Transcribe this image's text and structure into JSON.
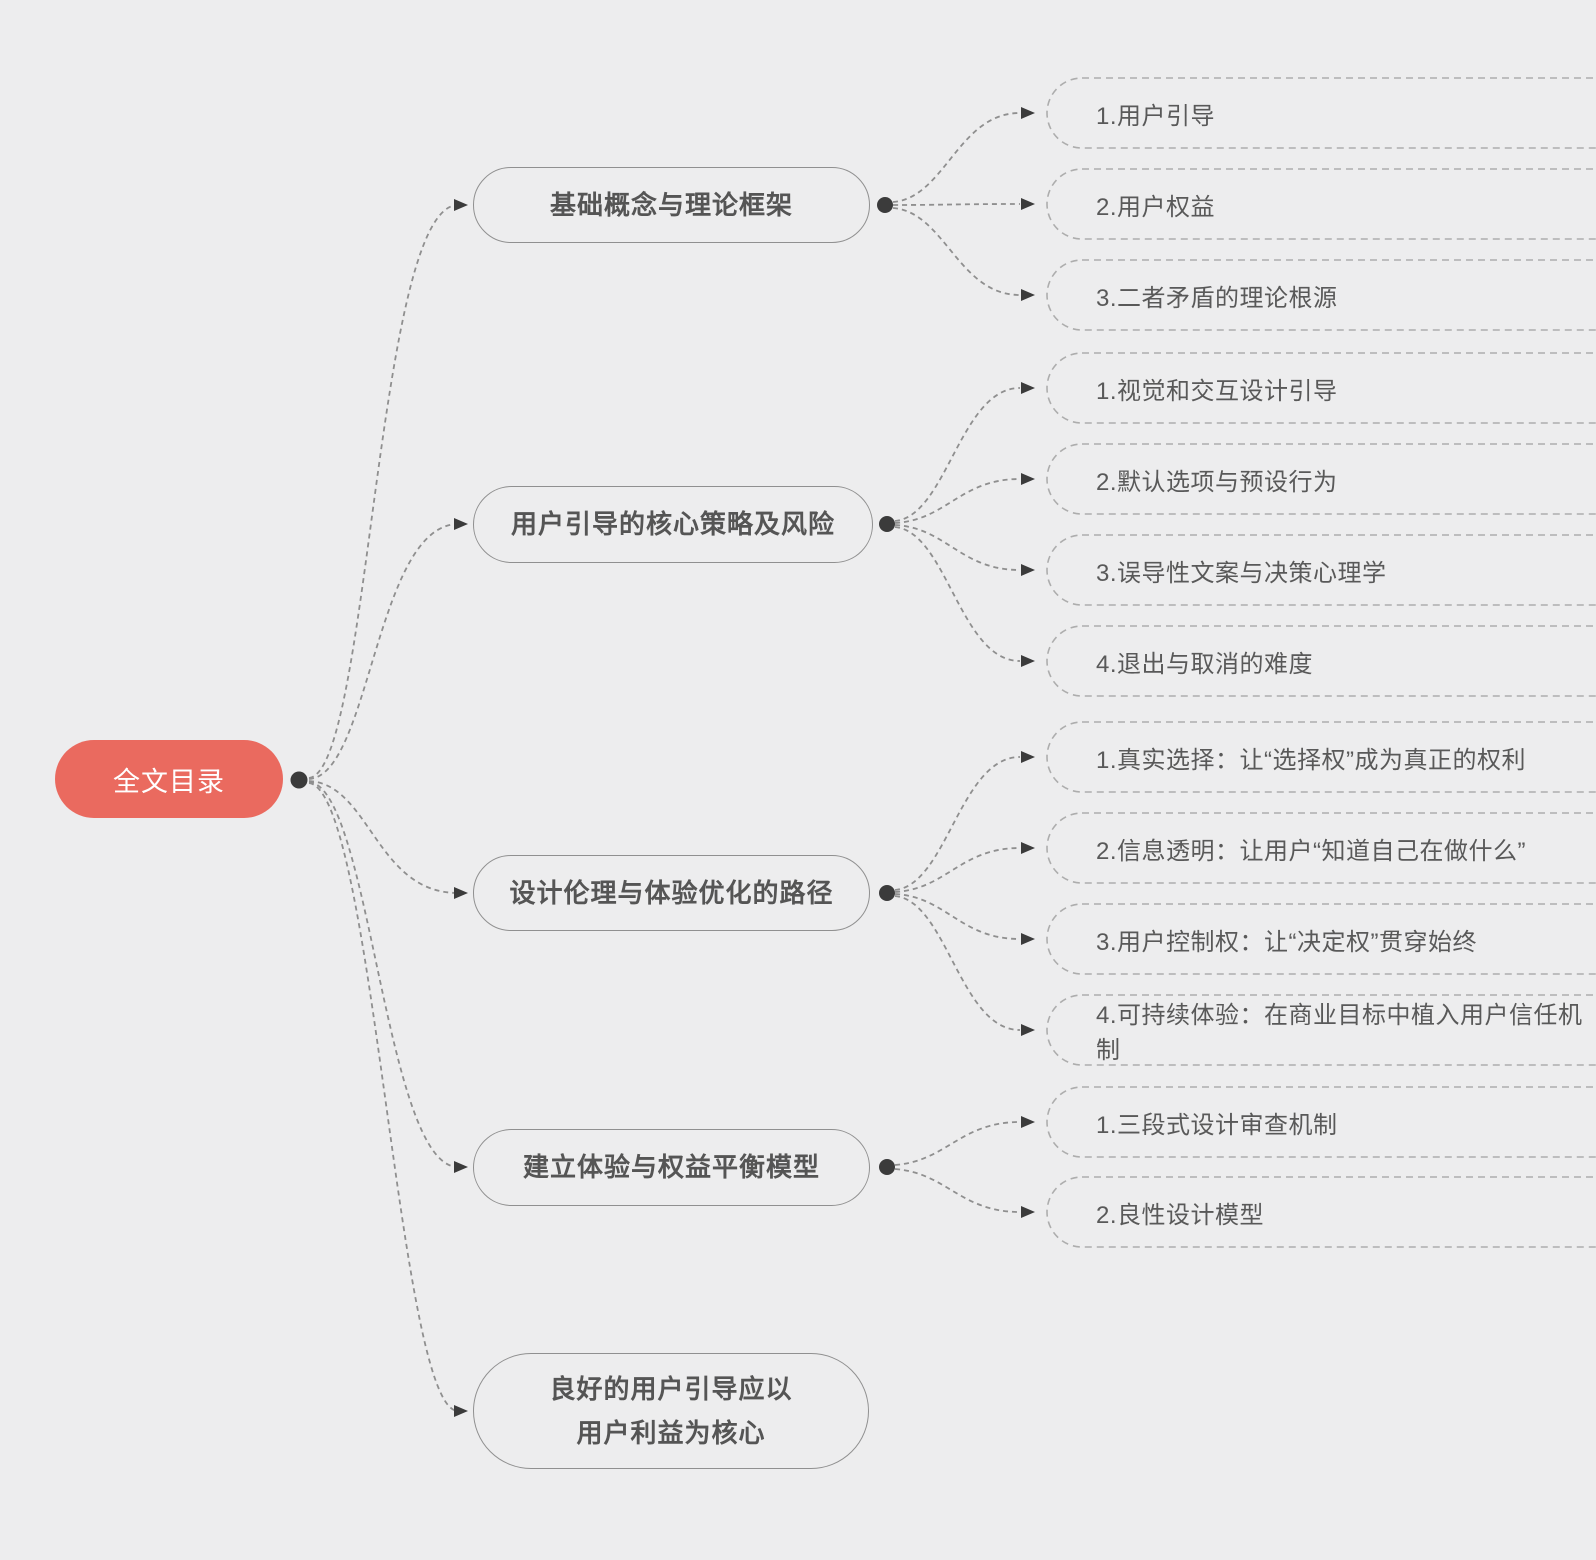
{
  "root": {
    "label": "全文目录"
  },
  "branches": [
    {
      "label": "基础概念与理论框架",
      "children": [
        {
          "label": "1.用户引导"
        },
        {
          "label": "2.用户权益"
        },
        {
          "label": "3.二者矛盾的理论根源"
        }
      ]
    },
    {
      "label": "用户引导的核心策略及风险",
      "children": [
        {
          "label": "1.视觉和交互设计引导"
        },
        {
          "label": "2.默认选项与预设行为"
        },
        {
          "label": "3.误导性文案与决策心理学"
        },
        {
          "label": "4.退出与取消的难度"
        }
      ]
    },
    {
      "label": "设计伦理与体验优化的路径",
      "children": [
        {
          "label": "1.真实选择：让“选择权”成为真正的权利"
        },
        {
          "label": "2.信息透明：让用户“知道自己在做什么”"
        },
        {
          "label": "3.用户控制权：让“决定权”贯穿始终"
        },
        {
          "label": "4.可持续体验：在商业目标中植入用户信任机制"
        }
      ]
    },
    {
      "label": "建立体验与权益平衡模型",
      "children": [
        {
          "label": "1.三段式设计审查机制"
        },
        {
          "label": "2.良性设计模型"
        }
      ]
    },
    {
      "label_line1": "良好的用户引导应以",
      "label_line2": "用户利益为核心",
      "children": []
    }
  ],
  "colors": {
    "background": "#EDEDEE",
    "root_fill": "#EA6A5F",
    "root_text": "#FFFFFF",
    "branch_border": "#909090",
    "branch_text": "#555555",
    "child_border": "#ADADAD",
    "child_text": "#595959",
    "connector": "#8F8F8F",
    "connector_dot": "#3B3B3B"
  }
}
